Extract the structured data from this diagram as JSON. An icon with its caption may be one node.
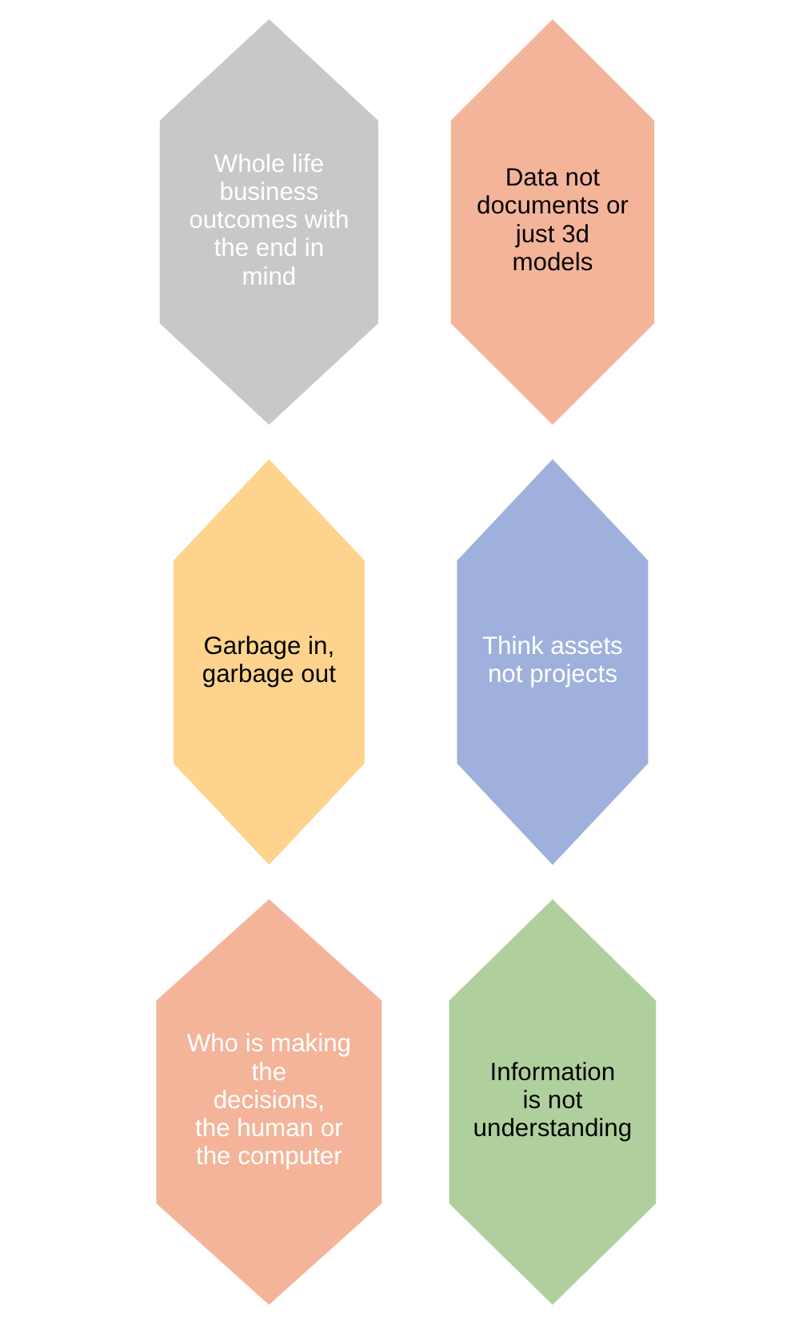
{
  "diagram": {
    "nodes": [
      {
        "text": [
          "Whole life business outcomes with the end in mind"
        ]
      },
      {
        "text": [
          "Data not documents or just 3d models"
        ]
      },
      {
        "text": [
          "Garbage in, garbage out"
        ]
      },
      {
        "text": [
          "Think assets not projects"
        ]
      },
      {
        "text": [
          "Who is making the decisions, the human or the computer"
        ]
      },
      {
        "text": [
          "Information is not understanding"
        ]
      }
    ]
  }
}
